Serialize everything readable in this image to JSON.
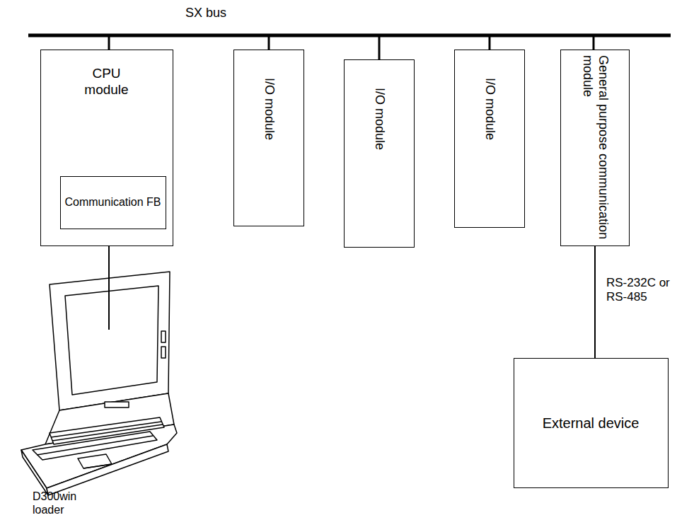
{
  "diagram": {
    "nodes": [
      {
        "text": [
          "CPU module"
        ]
      },
      {
        "text": [
          "Communication FB"
        ],
        "in": 0
      },
      {
        "text": [
          "I/O module"
        ]
      },
      {
        "text": [
          "I/O module"
        ]
      },
      {
        "text": [
          "I/O module"
        ]
      },
      {
        "text": [
          "General purpose communication module"
        ]
      },
      {
        "text": [
          "External device"
        ]
      }
    ],
    "edges": [
      {
        "from": 5,
        "to": 6,
        "arrow": "none",
        "label": "RS-232C or RS-485"
      }
    ],
    "labels": [
      "SX bus",
      "D300win loader"
    ]
  }
}
